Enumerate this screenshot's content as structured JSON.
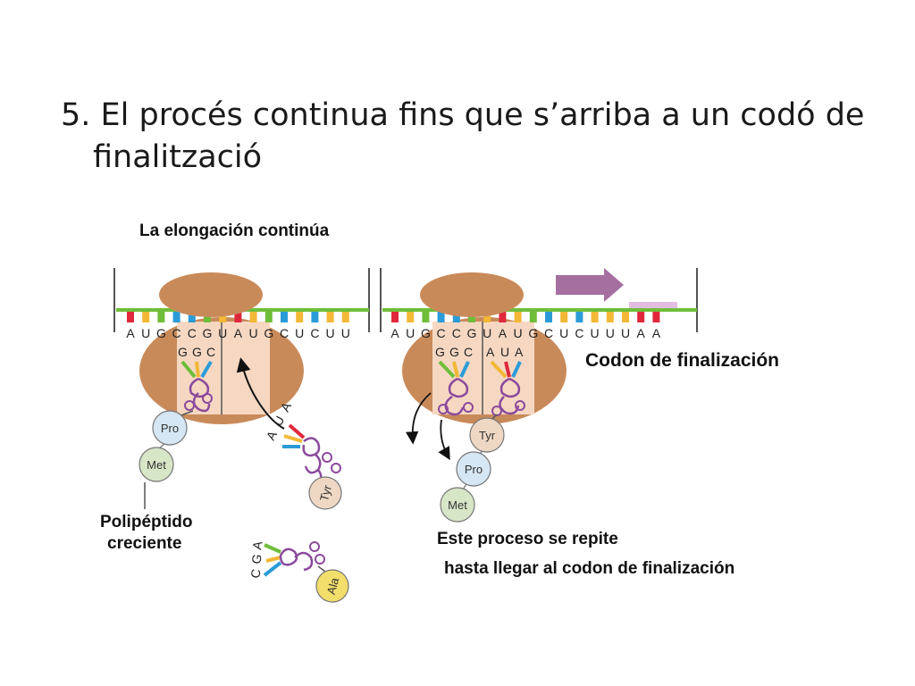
{
  "slide": {
    "title": "5. El procés continua fins que s’arriba a un codó de finalització"
  },
  "figure": {
    "heading": "La elongación continúa",
    "left_panel": {
      "mrna_bases": [
        "A",
        "U",
        "G",
        "C",
        "C",
        "G",
        "U",
        "A",
        "U",
        "G",
        "C",
        "U",
        "C",
        "U",
        "U"
      ],
      "trna_anticodon_p": [
        "G",
        "G",
        "C"
      ],
      "incoming_trna_anticodon": [
        "A",
        "U",
        "A"
      ],
      "waiting_trna_anticodon": [
        "C",
        "G",
        "A"
      ],
      "chain_amino_acids": [
        "Pro",
        "Met"
      ],
      "incoming_amino_acid": "Tyr",
      "waiting_amino_acid": "Ala",
      "chain_label_line1": "Polipéptido",
      "chain_label_line2": "creciente"
    },
    "right_panel": {
      "mrna_bases": [
        "A",
        "U",
        "G",
        "C",
        "C",
        "G",
        "U",
        "A",
        "U",
        "G",
        "C",
        "U",
        "C",
        "U",
        "U",
        "U",
        "A",
        "A"
      ],
      "trna_anticodon_p": [
        "G",
        "G",
        "C"
      ],
      "trna_anticodon_a": [
        "A",
        "U",
        "A"
      ],
      "chain_amino_acids": [
        "Tyr",
        "Pro",
        "Met"
      ],
      "stop_codon_label": "Codon de finalización",
      "caption_line1": "Este proceso se repite",
      "caption_line2": "hasta llegar al codon de finalización"
    },
    "colors": {
      "ribosome": "#C98A5A",
      "ribosome_light": "#F6D8C2",
      "mrna_green": "#6FBE3A",
      "trna_purple": "#8B4A9C",
      "amino_blue": "#D5E6F4",
      "amino_green": "#D8E6C8",
      "amino_tan": "#EED8C4",
      "amino_yellow": "#F2DE6B",
      "arrow_purple": "#A56FA0"
    }
  }
}
